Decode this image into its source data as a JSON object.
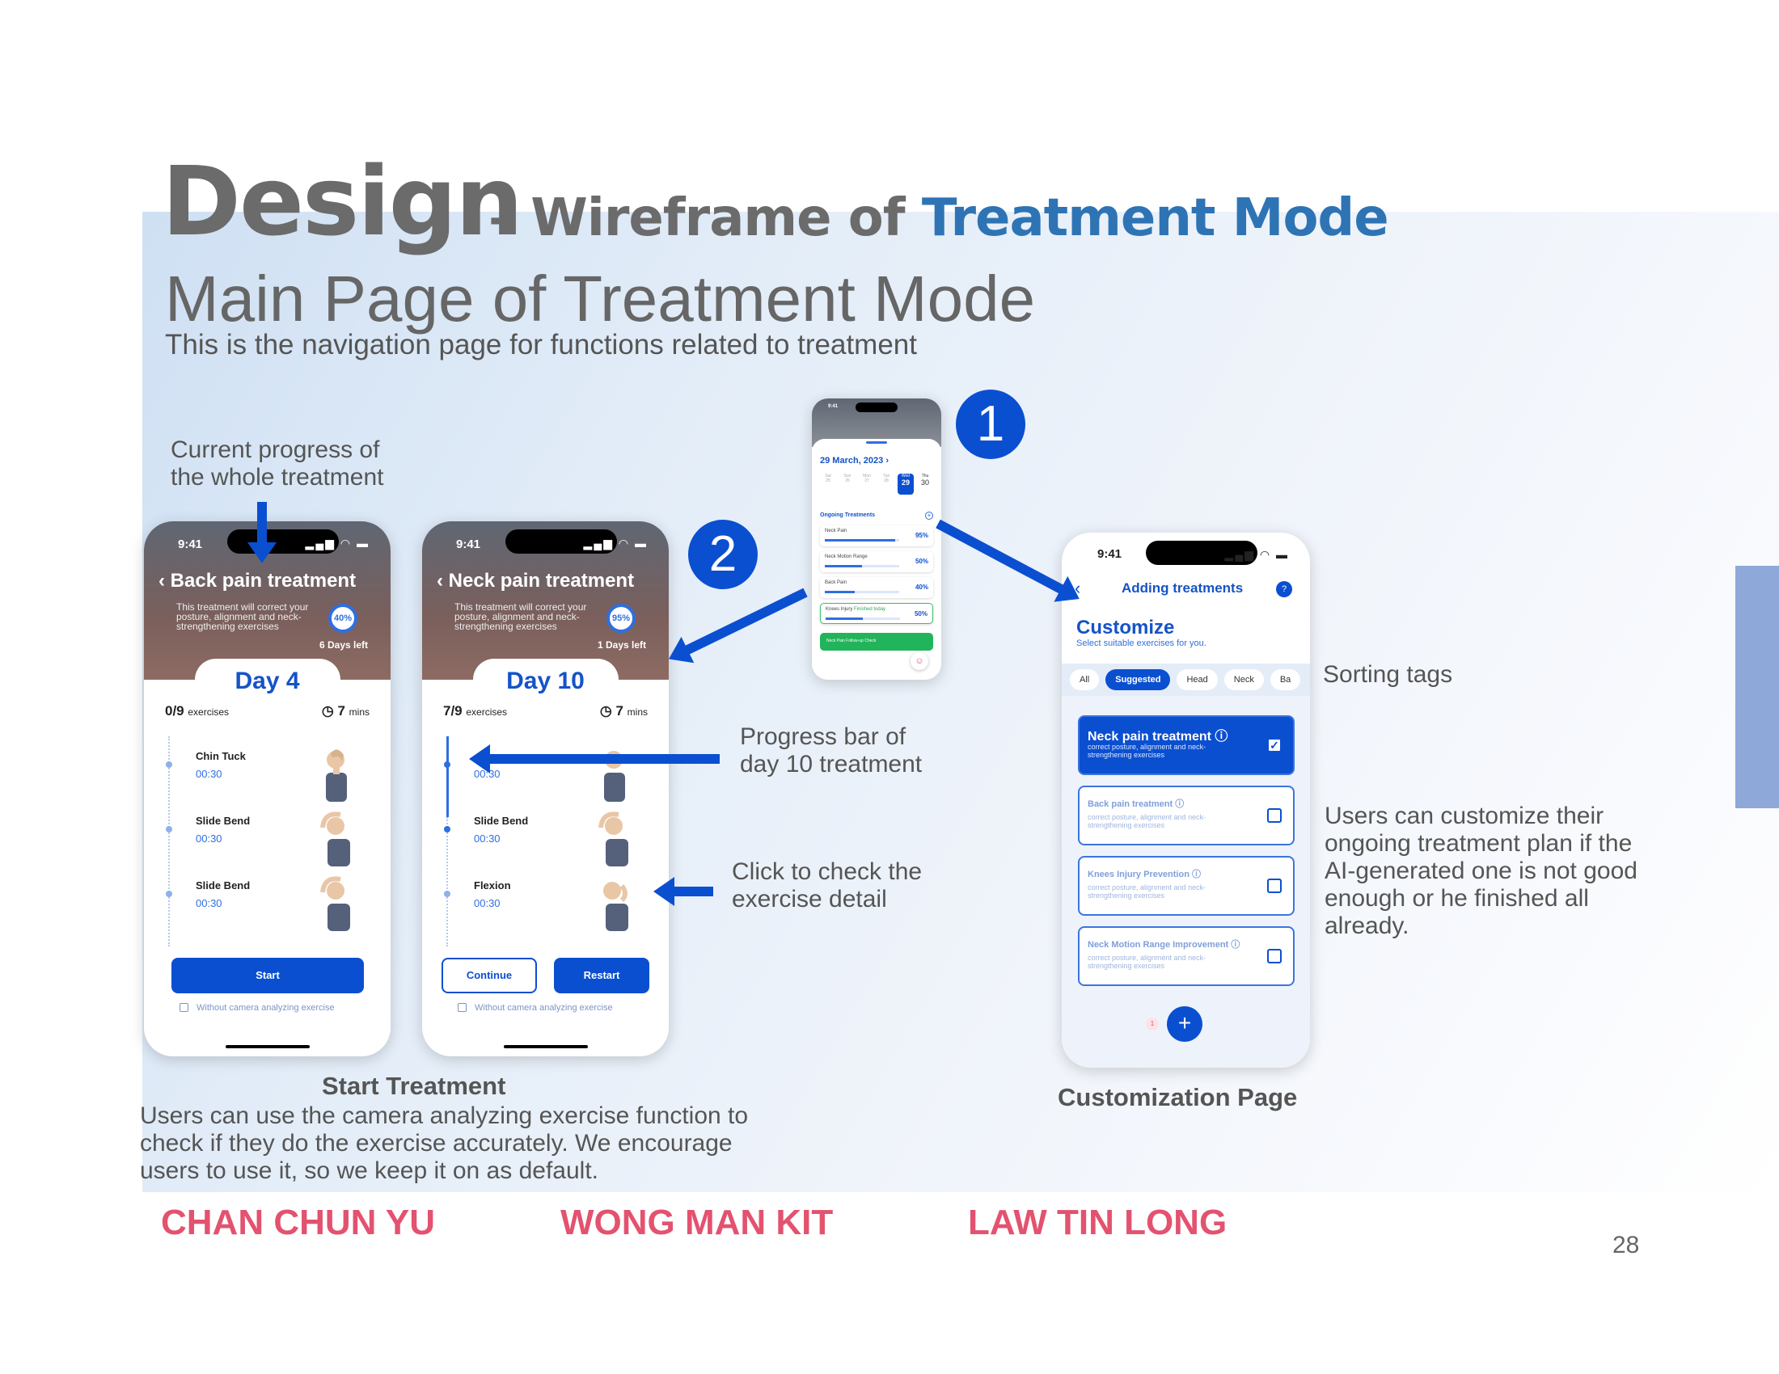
{
  "slide": {
    "title_main": "Design",
    "title_dash": " – Wireframe of ",
    "title_accent": "Treatment Mode",
    "heading": "Main Page of Treatment Mode",
    "subheading": "This is the navigation page for functions related to treatment",
    "page_number": "28"
  },
  "annotations": {
    "progress_whole": "Current progress of the whole treatment",
    "progress_day": "Progress bar of day 10 treatment",
    "check_detail": "Click to check the exercise detail",
    "sorting_tags": "Sorting tags",
    "customize_note": "Users can customize their ongoing treatment plan if the AI-generated one is not good enough or he finished all already.",
    "start_title": "Start Treatment",
    "start_note": "Users can use the camera analyzing exercise function to check if they do the exercise accurately. We encourage users to use it, so we keep it on as default.",
    "customization_title": "Customization Page"
  },
  "badges": [
    "1",
    "2"
  ],
  "authors": [
    "CHAN CHUN YU",
    "WONG MAN KIT",
    "LAW TIN LONG"
  ],
  "phone_back": {
    "time": "9:41",
    "title": "‹ Back pain treatment",
    "desc": "This treatment will correct your posture, alignment and neck-strengthening exercises",
    "percent": "40%",
    "days_left": "6 Days left",
    "day": "Day 4",
    "count": "0/9",
    "count_unit": "exercises",
    "mins": "7",
    "mins_unit": "mins",
    "exercises": [
      {
        "name": "Chin Tuck",
        "time": "00:30"
      },
      {
        "name": "Slide Bend",
        "time": "00:30"
      },
      {
        "name": "Slide Bend",
        "time": "00:30"
      }
    ],
    "start_button": "Start",
    "camera_option": "Without camera analyzing exercise"
  },
  "phone_neck": {
    "time": "9:41",
    "title": "‹ Neck pain treatment",
    "desc": "This treatment will correct your posture, alignment and neck-strengthening exercises",
    "percent": "95%",
    "days_left": "1 Days left",
    "day": "Day 10",
    "count": "7/9",
    "count_unit": "exercises",
    "mins": "7",
    "mins_unit": "mins",
    "exercises": [
      {
        "name": "",
        "time": "00:30"
      },
      {
        "name": "Slide Bend",
        "time": "00:30"
      },
      {
        "name": "Flexion",
        "time": "00:30"
      }
    ],
    "continue_button": "Continue",
    "restart_button": "Restart",
    "camera_option": "Without camera analyzing exercise"
  },
  "phone_main": {
    "time": "9:41",
    "date": "29 March, 2023 ›",
    "week_days": [
      "Sat",
      "Sun",
      "Mon",
      "Tue",
      "Wed",
      "Thu"
    ],
    "week_dates": [
      "25",
      "26",
      "27",
      "28",
      "29",
      "30"
    ],
    "section": "Ongoing Treatments",
    "treatments": [
      {
        "name": "Neck Pain",
        "percent": "95%",
        "fill": 0.95
      },
      {
        "name": "Neck Motion Range",
        "percent": "50%",
        "fill": 0.5
      },
      {
        "name": "Back Pain",
        "percent": "40%",
        "fill": 0.4
      },
      {
        "name": "Knees Injury",
        "percent": "50%",
        "fill": 0.5,
        "tag": "Finished today"
      }
    ],
    "followup": "Neck Pain Follow-up Check"
  },
  "phone_custom": {
    "time": "9:41",
    "nav_title": "Adding treatments",
    "help": "?",
    "title": "Customize",
    "subtitle": "Select suitable exercises for you.",
    "tags": [
      "All",
      "Suggested",
      "Head",
      "Neck",
      "Ba"
    ],
    "cards": [
      {
        "title": "Neck pain treatment",
        "desc": "correct posture, alignment and neck-strengthening exercises",
        "checked": true
      },
      {
        "title": "Back pain treatment",
        "desc": "correct posture, alignment and neck-strengthening exercises",
        "checked": false
      },
      {
        "title": "Knees Injury Prevention",
        "desc": "correct posture, alignment and neck-strengthening exercises",
        "checked": false
      },
      {
        "title": "Neck Motion Range Improvement",
        "desc": "correct posture, alignment and neck-strengthening exercises",
        "checked": false
      }
    ],
    "count_badge": "1",
    "add_button": "+"
  },
  "colors": {
    "accent": "#0b4fd1",
    "title_blue": "#2e74b5",
    "author_red": "#e3526f",
    "text_gray": "#555555"
  }
}
